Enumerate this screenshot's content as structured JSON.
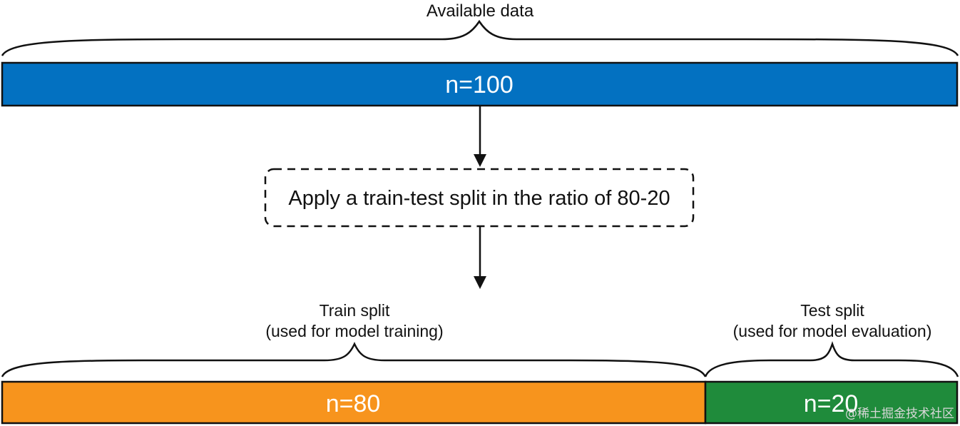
{
  "available": {
    "label": "Available data",
    "bar_text": "n=100",
    "color": "#0371c1"
  },
  "process": {
    "text": "Apply a train-test split in the ratio of 80-20"
  },
  "train": {
    "label_line1": "Train split",
    "label_line2": "(used for model training)",
    "bar_text": "n=80",
    "color": "#f7941d"
  },
  "test": {
    "label_line1": "Test split",
    "label_line2": "(used for model evaluation)",
    "bar_text": "n=20",
    "color": "#1f8b3b"
  },
  "watermark": "@稀土掘金技术社区"
}
